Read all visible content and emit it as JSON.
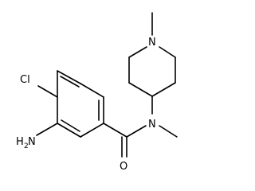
{
  "molecule": {
    "atoms": {
      "chlorine": "Cl",
      "amine_prefix": "H",
      "amine_subscript": "2",
      "amine_suffix": "N",
      "amide_nitrogen": "N",
      "carbonyl_oxygen": "O",
      "piperidine_nitrogen": "N"
    }
  }
}
